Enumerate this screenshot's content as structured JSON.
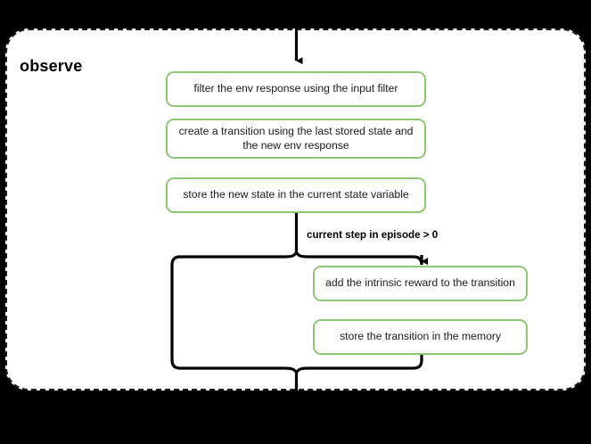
{
  "diagram": {
    "container": {
      "title": "observe",
      "border_style": "dashed",
      "border_color": "#1a1a1a",
      "background": "#ffffff"
    },
    "canvas_background": "#000000",
    "node_border_color": "#8cc873",
    "edge_color": "#000000",
    "nodes": [
      {
        "id": "filter",
        "label": "filter the env response using the input filter"
      },
      {
        "id": "create",
        "label": "create a transition using the last stored state and the new env response"
      },
      {
        "id": "store_state",
        "label": "store the new state in the current state variable"
      },
      {
        "id": "add_intrinsic",
        "label": "add the intrinsic reward to the transition"
      },
      {
        "id": "store_memory",
        "label": "store the transition in the memory"
      }
    ],
    "edge_labels": [
      {
        "id": "condition",
        "label": "current step in episode > 0"
      }
    ]
  }
}
